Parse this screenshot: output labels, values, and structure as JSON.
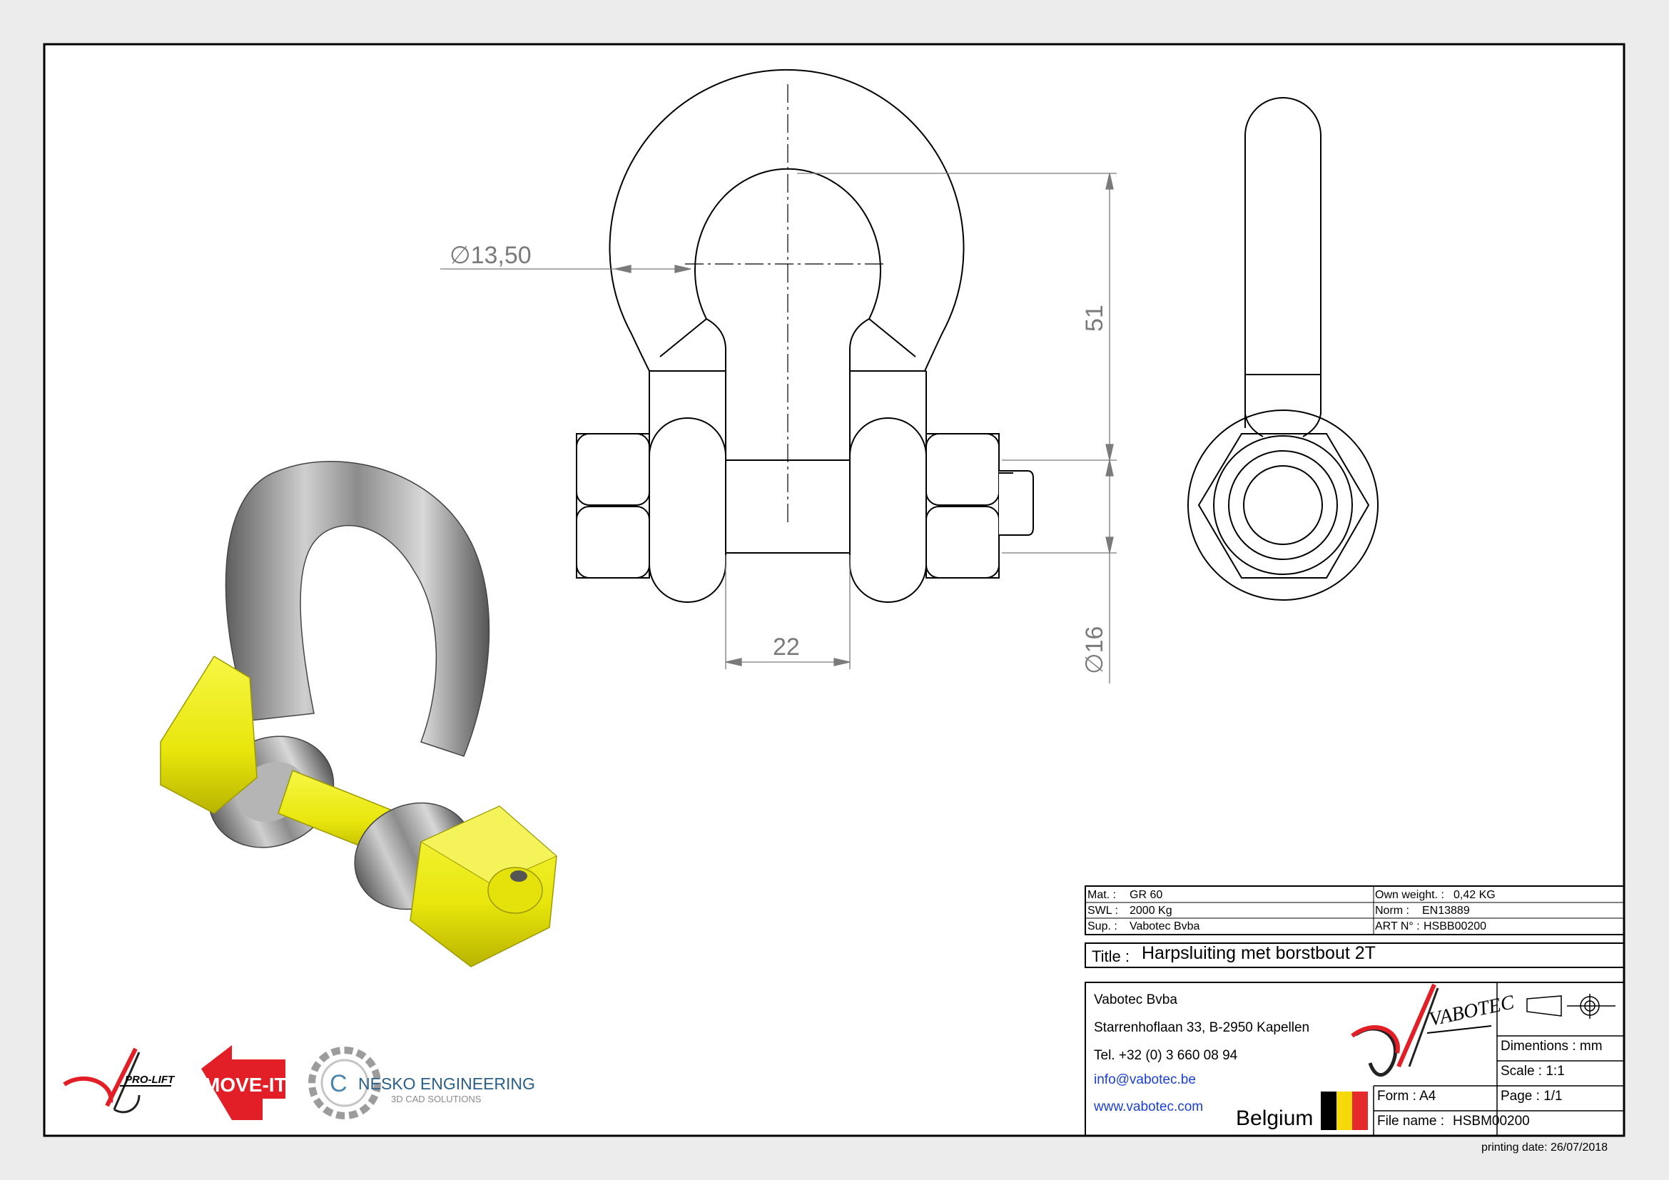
{
  "dimensions": {
    "diameter_pin_hole": "∅13,50",
    "inner_height": "51",
    "inner_width": "22",
    "pin_diameter": "∅16"
  },
  "title_block": {
    "mat_label": "Mat. :",
    "mat_value": "GR 60",
    "own_weight_label": "Own weight. :",
    "own_weight_value": "0,42 KG",
    "swl_label": "SWL :",
    "swl_value": "2000 Kg",
    "norm_label": "Norm :",
    "norm_value": "EN13889",
    "sup_label": "Sup. :",
    "sup_value": "Vabotec Bvba",
    "art_label": "ART N° :",
    "art_value": "HSBB00200",
    "title_label": "Title :",
    "title_value": "Harpsluiting met borstbout 2T",
    "company": "Vabotec Bvba",
    "address": "Starrenhoflaan 33, B-2950 Kapellen",
    "phone": "Tel. +32 (0) 3 660 08 94",
    "email": "info@vabotec.be",
    "website": "www.vabotec.com",
    "country": "Belgium",
    "dimentions": "Dimentions : mm",
    "scale": "Scale : 1:1",
    "form": "Form : A4",
    "page": "Page : 1/1",
    "file_name_label": "File name :",
    "file_name_value": "HSBM00200"
  },
  "logos": {
    "vabotec": "VABOTEC",
    "prolift": "PRO-LIFT",
    "moveit": "MOVE-IT",
    "nesko_main": "NESKO ENGINEERING",
    "nesko_sub": "3D CAD SOLUTIONS"
  },
  "footer": {
    "printing_date": "printing date: 26/07/2018"
  },
  "colors": {
    "belgium_black": "#000000",
    "belgium_yellow": "#f5d90a",
    "belgium_red": "#e42a2a",
    "nut_yellow": "#f2f21a",
    "brand_red": "#e21e26"
  }
}
